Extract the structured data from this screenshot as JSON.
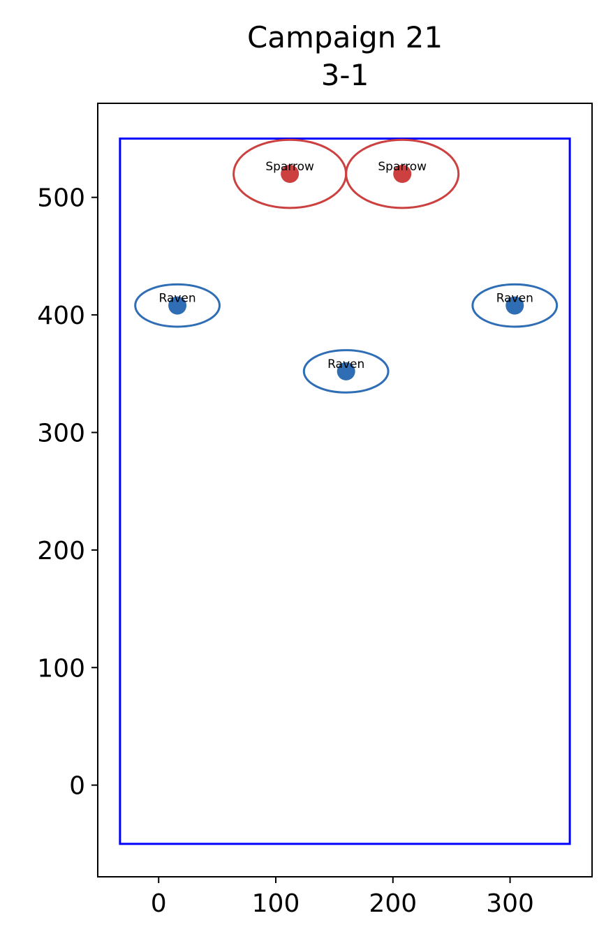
{
  "chart_data": {
    "type": "scatter",
    "title": "Campaign 21",
    "subtitle": "3-1",
    "xlabel": "",
    "ylabel": "",
    "xlim": [
      -52,
      370
    ],
    "ylim": [
      -78,
      580
    ],
    "xticks": [
      0,
      100,
      200,
      300
    ],
    "yticks": [
      0,
      100,
      200,
      300,
      400,
      500
    ],
    "grid": false,
    "boundary": {
      "x_min": -33,
      "x_max": 351,
      "y_min": -50,
      "y_max": 550,
      "color": "#0000ff"
    },
    "points": [
      {
        "label": "Sparrow",
        "x": 112,
        "y": 520,
        "rx": 48,
        "ry": 29,
        "color": "#cc4040"
      },
      {
        "label": "Sparrow",
        "x": 208,
        "y": 520,
        "rx": 48,
        "ry": 29,
        "color": "#cc4040"
      },
      {
        "label": "Raven",
        "x": 16,
        "y": 408,
        "rx": 36,
        "ry": 18,
        "color": "#2f6eb5"
      },
      {
        "label": "Raven",
        "x": 304,
        "y": 408,
        "rx": 36,
        "ry": 18,
        "color": "#2f6eb5"
      },
      {
        "label": "Raven",
        "x": 160,
        "y": 352,
        "rx": 36,
        "ry": 18,
        "color": "#2f6eb5"
      }
    ]
  }
}
